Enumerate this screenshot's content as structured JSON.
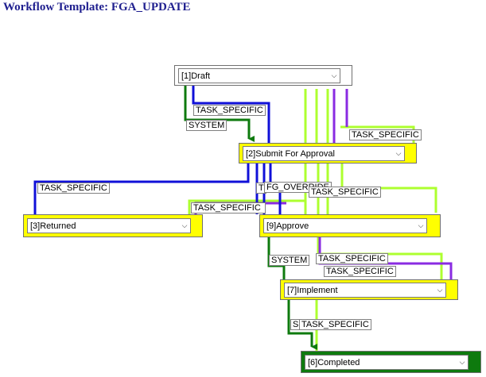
{
  "title": "Workflow Template: FGA_UPDATE",
  "nodes": {
    "draft": "[1]Draft",
    "submit": "[2]Submit For Approval",
    "returned": "[3]Returned",
    "approve": "[9]Approve",
    "implement": "[7]Implement",
    "completed": "[6]Completed"
  },
  "labels": {
    "ts1": "TASK_SPECIFIC",
    "sys1": "SYSTEM",
    "ts2": "TASK_SPECIFIC",
    "ts3": "TASK_SPECIFIC",
    "ts_trunc": "T",
    "fg": "FG_OVERRIDE",
    "ts4": "TASK_SPECIFIC",
    "ts5": "TASK_SPECIFIC",
    "sys2": "SYSTEM",
    "ts6": "TASK_SPECIFIC",
    "ts7": "TASK_SPECIFIC",
    "s_trunc": "S",
    "ts8": "TASK_SPECIFIC"
  },
  "colors": {
    "green": "#0e7a0e",
    "blue": "#1010d8",
    "purple": "#8a2be2",
    "lime": "#adff2f",
    "highlight": "#ffff00",
    "title": "#1f1f8f"
  },
  "icons": {
    "dropdown": "chevron-down-icon"
  }
}
